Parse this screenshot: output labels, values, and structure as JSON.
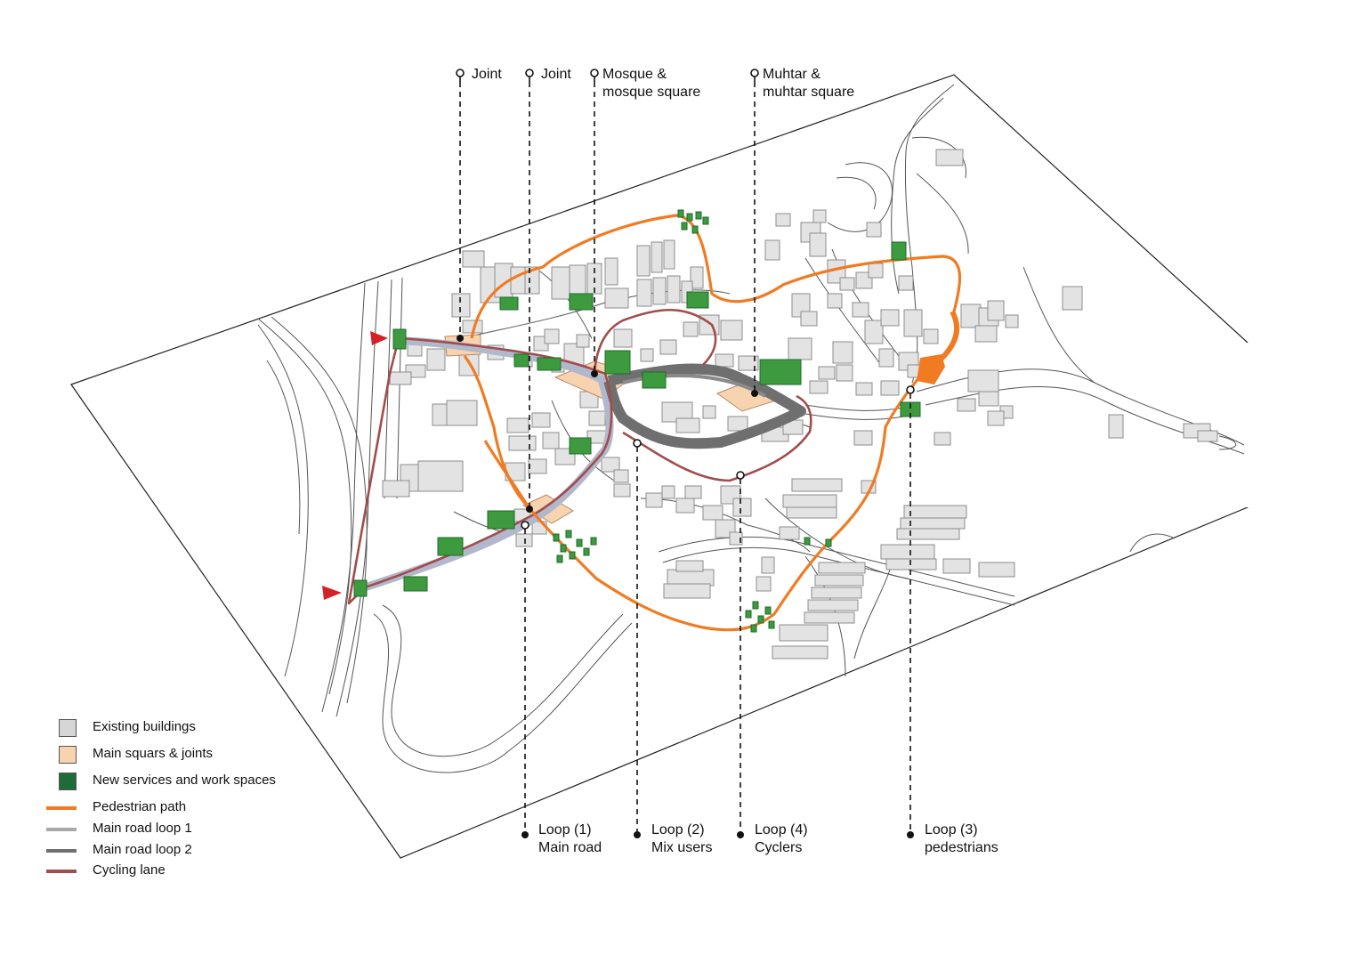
{
  "colors": {
    "building_fill": "#e3e3e3",
    "building_stroke": "#8c8c8c",
    "square_fill": "#f8d3b0",
    "green_fill": "#3d9a3f",
    "green_dark": "#1f6b2a",
    "pedestrian": "#f07b22",
    "cycling": "#a24c4c",
    "road_loop1": "#b2b8cc",
    "road_loop2": "#6f6f6f",
    "entry_arrow": "#d42027"
  },
  "top_labels": [
    {
      "id": "joint-1",
      "lines": [
        "Joint"
      ]
    },
    {
      "id": "joint-2",
      "lines": [
        "Joint"
      ]
    },
    {
      "id": "mosque",
      "lines": [
        "Mosque &",
        "mosque square"
      ]
    },
    {
      "id": "muhtar",
      "lines": [
        "Muhtar &",
        "muhtar square"
      ]
    }
  ],
  "bottom_labels": [
    {
      "id": "loop-1",
      "lines": [
        "Loop (1)",
        "Main road"
      ]
    },
    {
      "id": "loop-2",
      "lines": [
        "Loop (2)",
        "Mix users"
      ]
    },
    {
      "id": "loop-4",
      "lines": [
        "Loop (4)",
        "Cyclers"
      ]
    },
    {
      "id": "loop-3",
      "lines": [
        "Loop (3)",
        "pedestrians"
      ]
    }
  ],
  "legend": {
    "existing_buildings": "Existing buildings",
    "main_squares": "Main squars & joints",
    "new_services": "New services and work spaces",
    "pedestrian_path": "Pedestrian path",
    "main_road_loop_1": "Main road loop 1",
    "main_road_loop_2": "Main road loop 2",
    "cycling_lane": "Cycling lane"
  }
}
